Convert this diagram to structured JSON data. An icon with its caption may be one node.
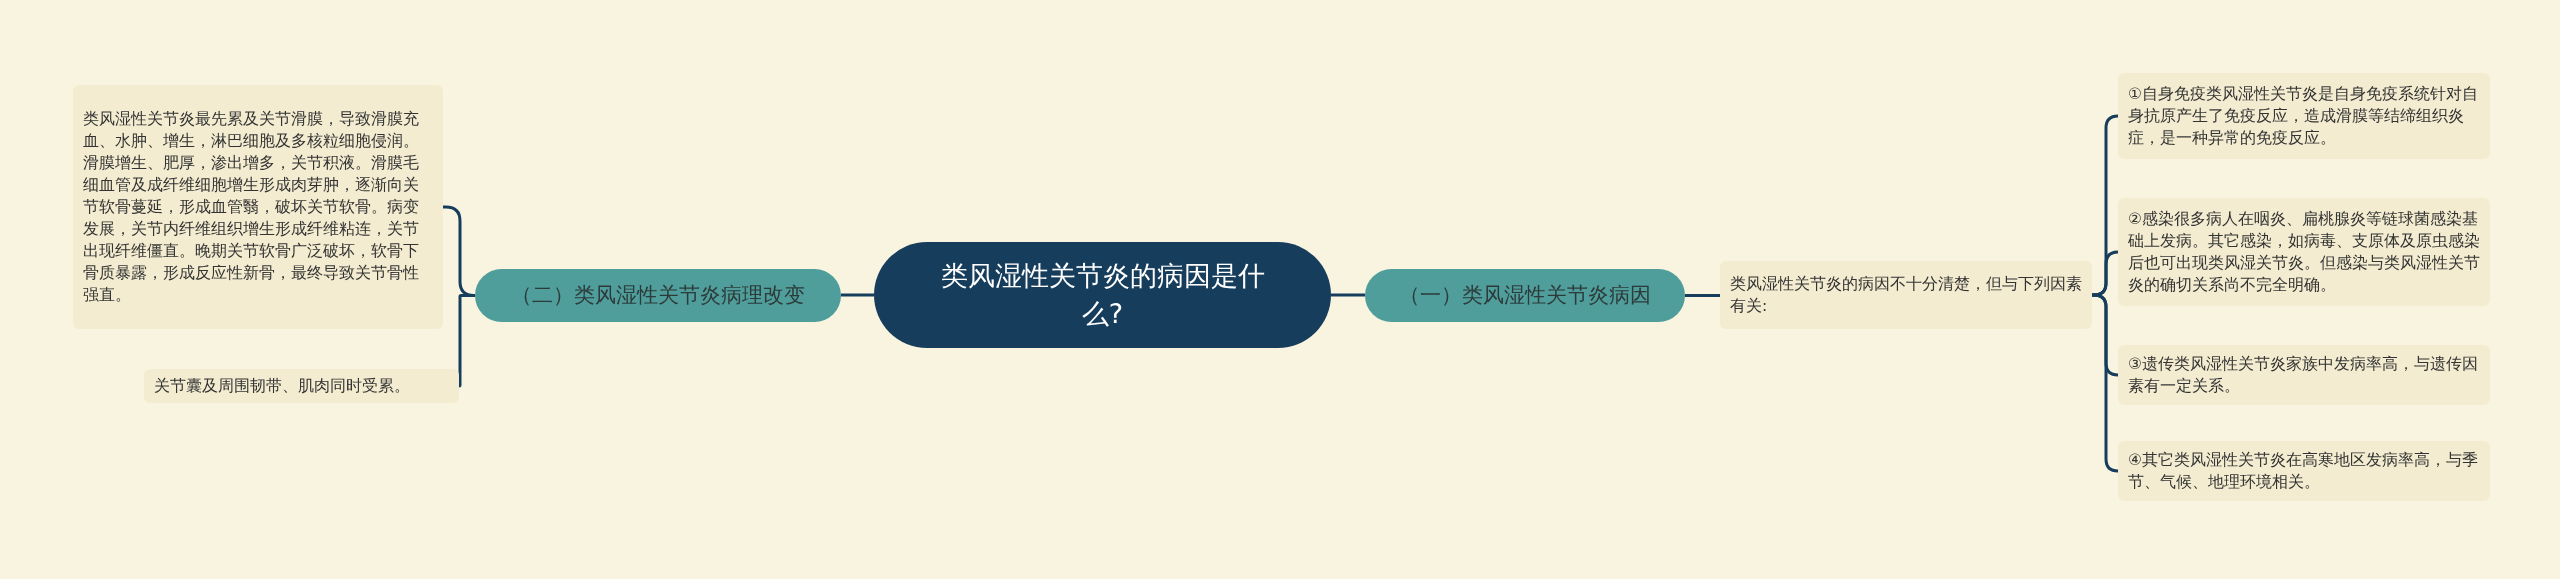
{
  "diagram": {
    "nodes": [
      {
        "text": [
          "类风湿性关节炎的病因是什么?"
        ]
      },
      {
        "text": [
          "（一）类风湿性关节炎病因"
        ]
      },
      {
        "text": [
          "类风湿性关节炎的病因不十分清楚，但与下列因素有关:"
        ]
      },
      {
        "text": [
          "①自身免疫类风湿性关节炎是自身免疫系统针对自身抗原产生了免疫反应，造成滑膜等结缔组织炎症，是一种异常的免疫反应。"
        ]
      },
      {
        "text": [
          "②感染很多病人在咽炎、扁桃腺炎等链球菌感染基础上发病。其它感染，如病毒、支原体及原虫感染后也可出现类风湿关节炎。但感染与类风湿性关节炎的确切关系尚不完全明确。"
        ]
      },
      {
        "text": [
          "③遗传类风湿性关节炎家族中发病率高，与遗传因素有一定关系。"
        ]
      },
      {
        "text": [
          "④其它类风湿性关节炎在高寒地区发病率高，与季节、气候、地理环境相关。"
        ]
      },
      {
        "text": [
          "（二）类风湿性关节炎病理改变"
        ]
      },
      {
        "text": [
          "类风湿性关节炎最先累及关节滑膜，导致滑膜充血、水肿、增生，淋巴细胞及多核粒细胞侵润。滑膜增生、肥厚，渗出增多，关节积液。滑膜毛细血管及成纤维细胞增生形成肉芽肿，逐渐向关节软骨蔓延，形成血管翳，破坏关节软骨。病变发展，关节内纤维组织增生形成纤维粘连，关节出现纤维僵直。晚期关节软骨广泛破坏，软骨下骨质暴露，形成反应性新骨，最终导致关节骨性强直。"
        ]
      },
      {
        "text": [
          "关节囊及周围韧带、肌肉同时受累。"
        ]
      }
    ],
    "edges": [
      {
        "from": 0,
        "to": 1,
        "arrow": "none"
      },
      {
        "from": 1,
        "to": 2,
        "arrow": "none"
      },
      {
        "from": 2,
        "to": 3,
        "arrow": "none"
      },
      {
        "from": 2,
        "to": 4,
        "arrow": "none"
      },
      {
        "from": 2,
        "to": 5,
        "arrow": "none"
      },
      {
        "from": 2,
        "to": 6,
        "arrow": "none"
      },
      {
        "from": 0,
        "to": 7,
        "arrow": "none"
      },
      {
        "from": 7,
        "to": 8,
        "arrow": "none"
      },
      {
        "from": 7,
        "to": 9,
        "arrow": "none"
      }
    ]
  }
}
